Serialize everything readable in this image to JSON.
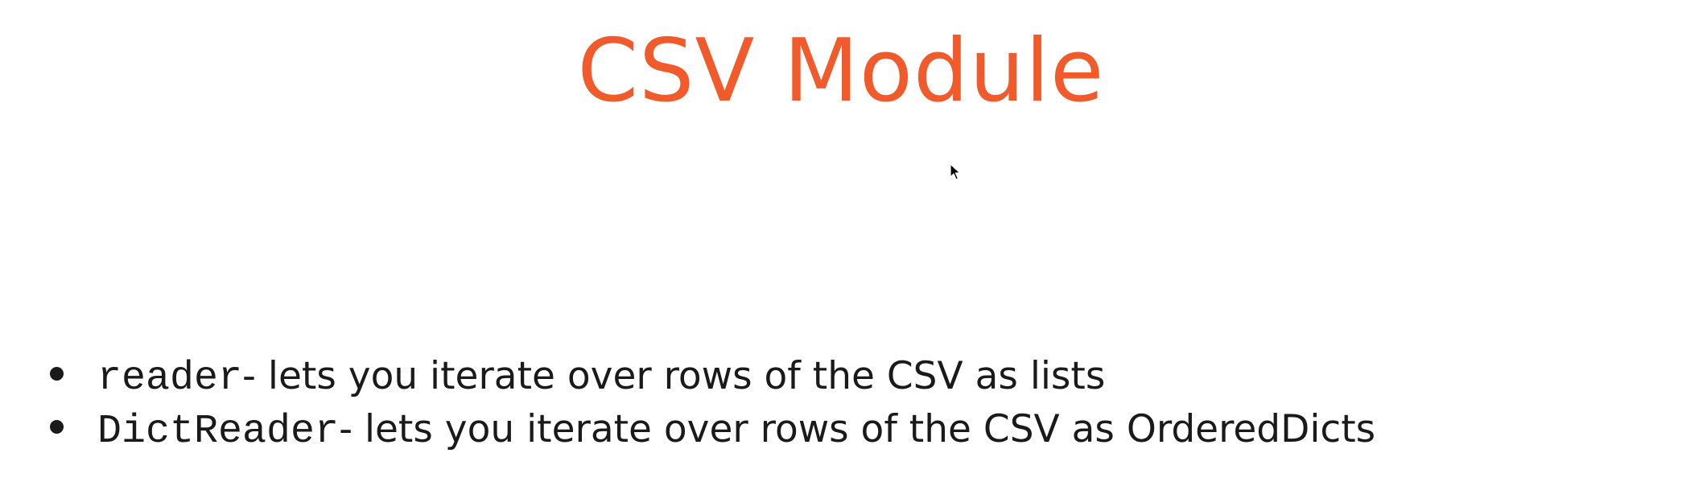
{
  "slide": {
    "title": "CSV Module",
    "title_color": "#f15a2b",
    "bullets": [
      {
        "code": "reader",
        "text": " - lets you iterate over rows of the CSV as lists"
      },
      {
        "code": "DictReader",
        "text": " - lets you iterate over rows of the CSV as OrderedDicts"
      }
    ]
  },
  "icons": {
    "cursor": "mouse-pointer-icon"
  }
}
